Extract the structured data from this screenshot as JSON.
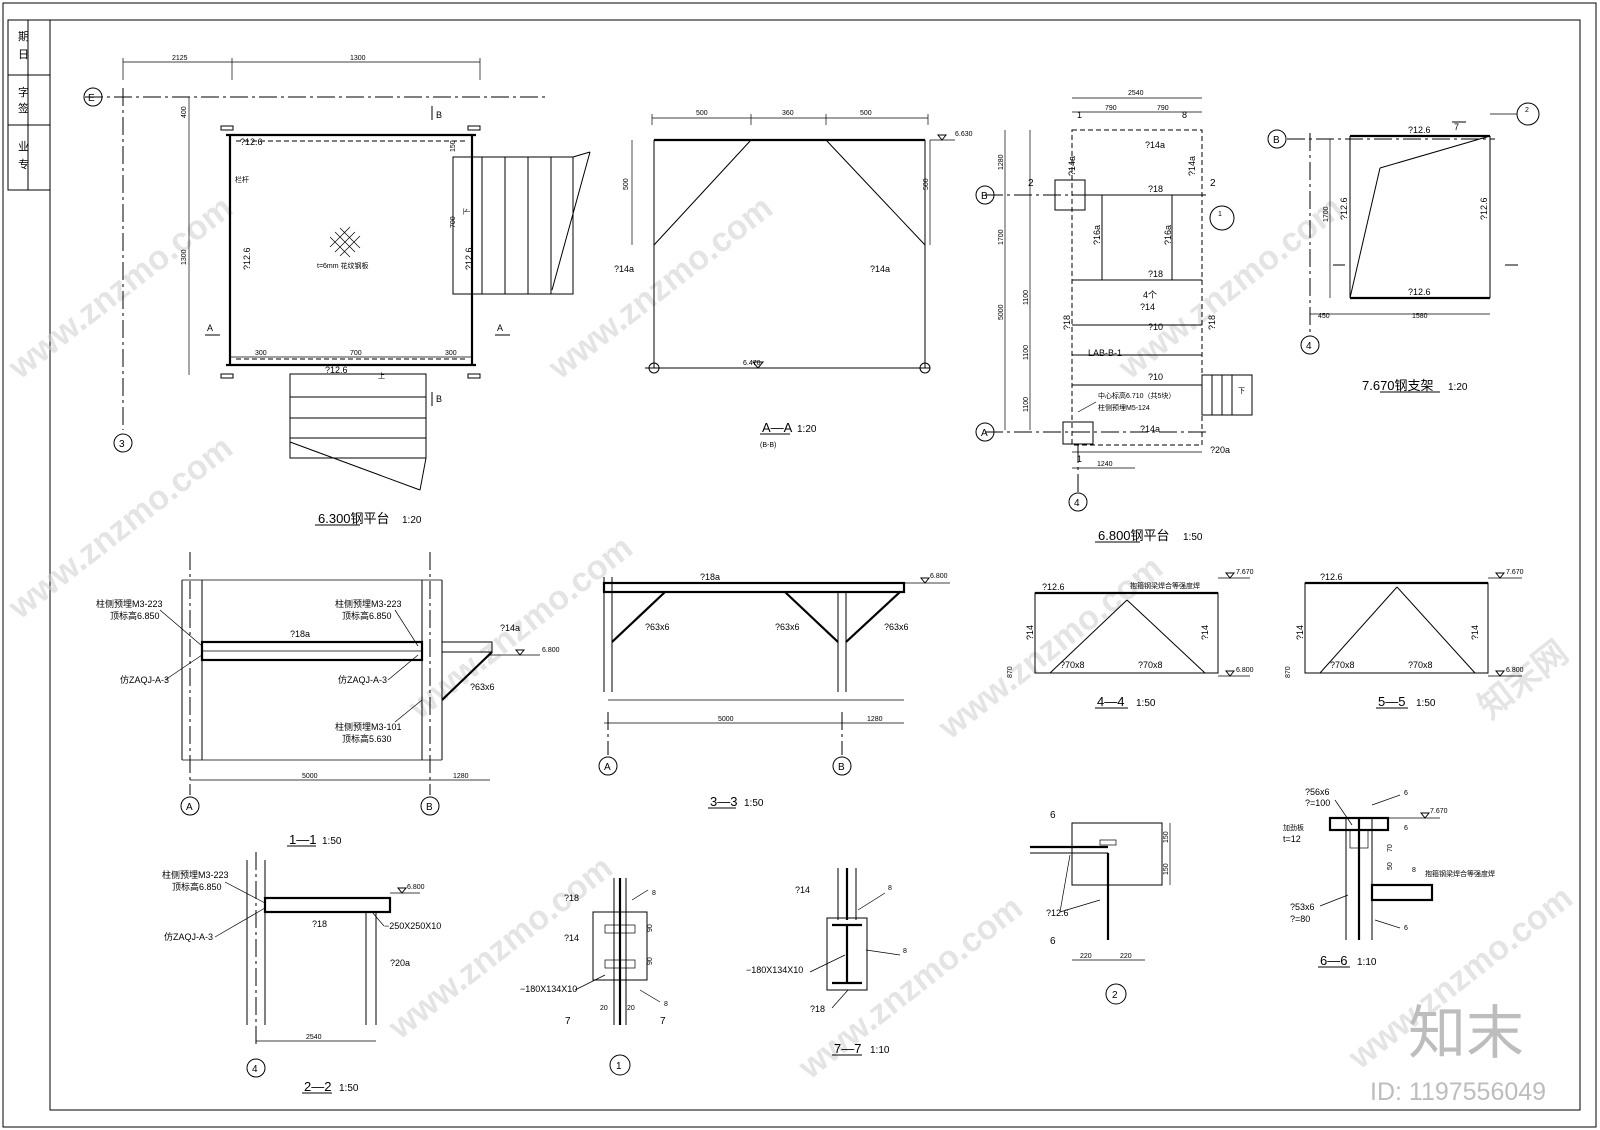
{
  "title_block": {
    "sidebar_text": [
      "专",
      "业",
      "签",
      "字",
      "日",
      "期"
    ]
  },
  "axis_labels": {
    "e": "E",
    "b": "B",
    "a": "A",
    "n3": "3",
    "n4": "4",
    "c1": "1",
    "c2": "2"
  },
  "views": {
    "platform_6300": {
      "title": "6.300钢平台",
      "scale": "1:20",
      "dims": [
        "2125",
        "1300",
        "400",
        "1300",
        "150",
        "700",
        "300",
        "700",
        "300"
      ],
      "labels": {
        "beam_top": "?12.6",
        "beam_bottom": "?12.6",
        "beam_left": "?12.6",
        "beam_right": "?12.6",
        "railing": "栏杆",
        "plate": "t=6mm 花纹钢板",
        "up": "上",
        "down": "下",
        "sec_a": "A",
        "sec_b": "B"
      }
    },
    "section_aa": {
      "title": "A—A",
      "scale": "1:20",
      "subtitle": "(B-B)",
      "dims": [
        "500",
        "360",
        "500",
        "500",
        "500"
      ],
      "labels": {
        "left": "?14a",
        "right": "?14a",
        "top_el": "6.630",
        "bot_el": "6.470"
      }
    },
    "platform_6800": {
      "title": "6.800钢平台",
      "scale": "1:50",
      "dims": [
        "2540",
        "790",
        "790",
        "1280",
        "1700",
        "5000",
        "1100",
        "1100",
        "1100",
        "1240"
      ],
      "labels": {
        "b14a_top": "?14a",
        "b14a_l": "?14a",
        "b14a_r": "?14a",
        "b18_1": "?18",
        "b18_2": "?18",
        "b16a_l": "?16a",
        "b16a_r": "?16a",
        "note4": "4个",
        "b14": "?14",
        "b10_1": "?10",
        "b10_2": "?10",
        "b18_l": "?18",
        "b18_r": "?18",
        "lab": "LAB-B-1",
        "center_el": "中心标高6.710（共5块）",
        "embed": "柱侧预埋M5-124",
        "b14a_bot": "?14a",
        "b20a": "?20a",
        "down": "下"
      }
    },
    "frame_7670": {
      "title": "7.670钢支架",
      "scale": "1:20",
      "dims": [
        "1700",
        "450",
        "1580"
      ],
      "labels": {
        "top": "?12.6",
        "bot": "?12.6",
        "left": "?12.6",
        "right": "?12.6"
      }
    },
    "sec_11": {
      "title": "1—1",
      "scale": "1:50",
      "dims": [
        "5000",
        "1280"
      ],
      "labels": {
        "embed1": "柱侧预埋M3-223",
        "el1": "顶标高6.850",
        "embed2": "柱侧预埋M3-223",
        "el2": "顶标高6.850",
        "beam": "?18a",
        "zaqj1": "仿ZAQJ-A-3",
        "zaqj2": "仿ZAQJ-A-3",
        "embed3": "柱侧预埋M3-101",
        "el3": "顶标高5.630",
        "b14a": "?14a",
        "a63": "?63x6",
        "el_6800": "6.800"
      }
    },
    "sec_33": {
      "title": "3—3",
      "scale": "1:50",
      "dims": [
        "5000",
        "1280"
      ],
      "labels": {
        "beam": "?18a",
        "a1": "?63x6",
        "a2": "?63x6",
        "a3": "?63x6",
        "el": "6.800"
      }
    },
    "sec_44": {
      "title": "4—4",
      "scale": "1:50",
      "labels": {
        "top": "?12.6",
        "left": "?14",
        "right": "?14",
        "a1": "?70x8",
        "a2": "?70x8",
        "el_top": "7.670",
        "el_bot": "6.800",
        "dim_l": "870",
        "note": "抱箍钢梁焊合等强度焊"
      }
    },
    "sec_55": {
      "title": "5—5",
      "scale": "1:50",
      "labels": {
        "top": "?12.6",
        "left": "?14",
        "right": "?14",
        "a1": "?70x8",
        "a2": "?70x8",
        "el_top": "7.670",
        "el_bot": "6.800",
        "dim_l": "870"
      }
    },
    "sec_22": {
      "title": "2—2",
      "scale": "1:50",
      "dims": [
        "2540"
      ],
      "labels": {
        "embed": "柱侧预埋M3-223",
        "el": "顶标高6.850",
        "beam": "?18",
        "zaqj": "仿ZAQJ-A-3",
        "plate": "−250X250X10",
        "col": "?20a",
        "el_6800": "6.800"
      }
    },
    "detail_1": {
      "title": "1",
      "labels": {
        "b18": "?18",
        "b14": "?14",
        "plate": "−180X134X10",
        "cut": "7",
        "w8a": "8",
        "w8b": "8",
        "d90a": "90",
        "d90b": "90",
        "d20a": "20",
        "d20b": "20"
      }
    },
    "sec_77": {
      "title": "7—7",
      "scale": "1:10",
      "labels": {
        "b14": "?14",
        "plate": "−180X134X10",
        "b18": "?18",
        "w8a": "8",
        "w8b": "8"
      }
    },
    "detail_2": {
      "title": "2",
      "labels": {
        "b126": "?12.6",
        "cut": "6",
        "d150a": "150",
        "d150b": "150",
        "d220a": "220",
        "d220b": "220"
      }
    },
    "sec_66": {
      "title": "6—6",
      "scale": "1:10",
      "labels": {
        "l56": "?56x6",
        "l100": "?=100",
        "stiff": "加劲板",
        "t12": "t=12",
        "l53": "?53x6",
        "l80": "?=80",
        "el": "7.670",
        "note": "抱箍钢梁焊合等强度焊",
        "w6a": "6",
        "w6b": "6",
        "w6c": "6",
        "w8": "8",
        "d70": "70",
        "d50": "50"
      }
    }
  },
  "watermark": {
    "text": "www.znzmo.com",
    "brand": "知末网",
    "logo": "知末",
    "id": "ID: 1197556049"
  }
}
